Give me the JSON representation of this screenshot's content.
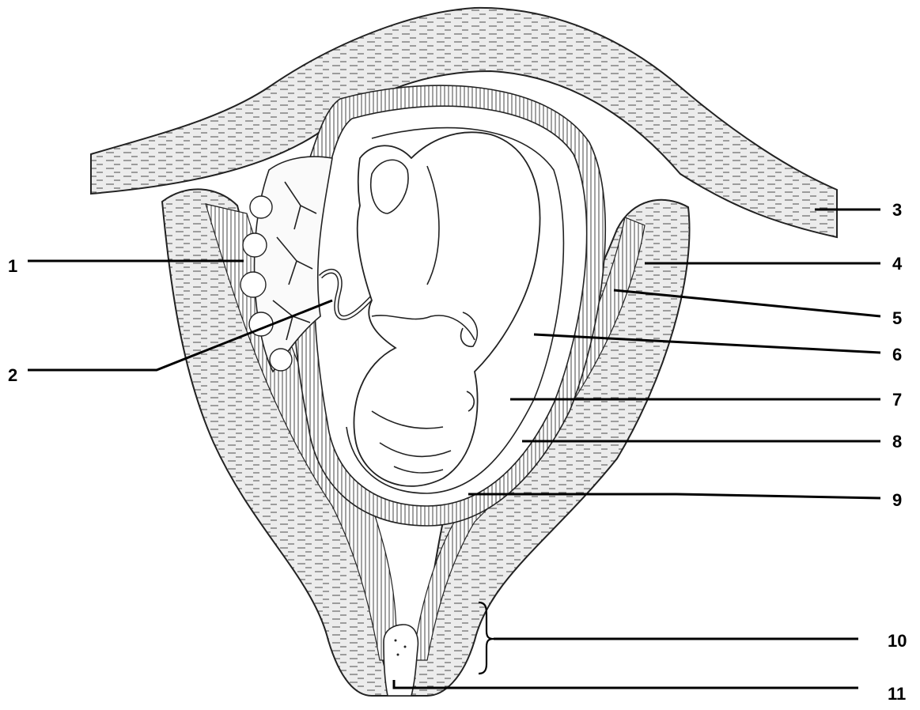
{
  "labels": [
    {
      "id": "1",
      "text": "1"
    },
    {
      "id": "2",
      "text": "2"
    },
    {
      "id": "3",
      "text": "3"
    },
    {
      "id": "4",
      "text": "4"
    },
    {
      "id": "5",
      "text": "5"
    },
    {
      "id": "6",
      "text": "6"
    },
    {
      "id": "7",
      "text": "7"
    },
    {
      "id": "8",
      "text": "8"
    },
    {
      "id": "9",
      "text": "9"
    },
    {
      "id": "10",
      "text": "10"
    },
    {
      "id": "11",
      "text": "11"
    }
  ],
  "colors": {
    "ink": "#222222",
    "muscle_fill": "#e9e9e9",
    "background": "#ffffff"
  }
}
